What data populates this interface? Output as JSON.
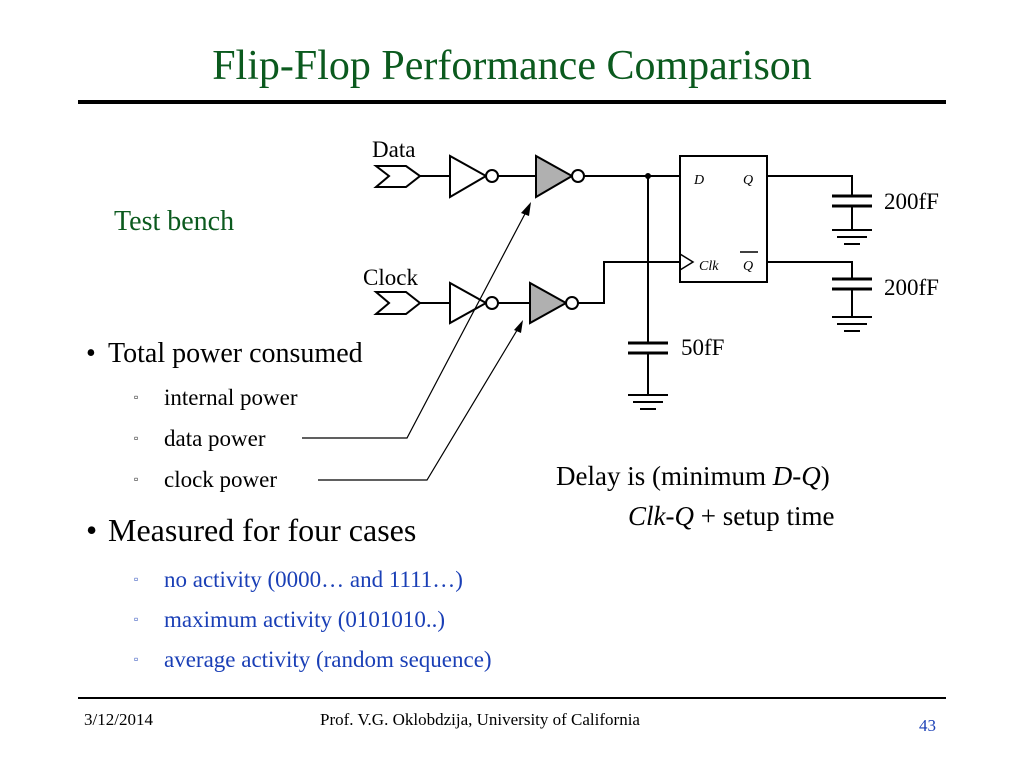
{
  "slide": {
    "title": "Flip-Flop Performance Comparison",
    "subtitle": "Test bench",
    "bullets": [
      {
        "text": "Total power consumed",
        "items": [
          "internal power",
          "data power",
          "clock power"
        ]
      },
      {
        "text": "Measured for four cases",
        "items": [
          "no activity (0000… and 1111…)",
          "maximum activity (0101010..)",
          "average activity (random sequence)"
        ]
      }
    ],
    "delay": {
      "line1_pre": "Delay  is (minimum ",
      "line1_D": "D",
      "line1_dash": "-",
      "line1_Q": "Q",
      "line1_post": ")",
      "line2_clk": "Clk",
      "line2_dash": "-",
      "line2_Q": "Q",
      "line2_plus": " + ",
      "line2_post": "setup time"
    }
  },
  "circuit": {
    "data_label": "Data",
    "clock_label": "Clock",
    "ff_d": "D",
    "ff_q": "Q",
    "ff_clk": "Clk",
    "ff_qbar": "Q",
    "cap_top": "200fF",
    "cap_mid": "200fF",
    "cap_bottom": "50fF",
    "colors": {
      "gate_fill": "#b0b0b0"
    }
  },
  "footer": {
    "date": "3/12/2014",
    "author": "Prof. V.G. Oklobdzija, University of California",
    "page": "43"
  }
}
